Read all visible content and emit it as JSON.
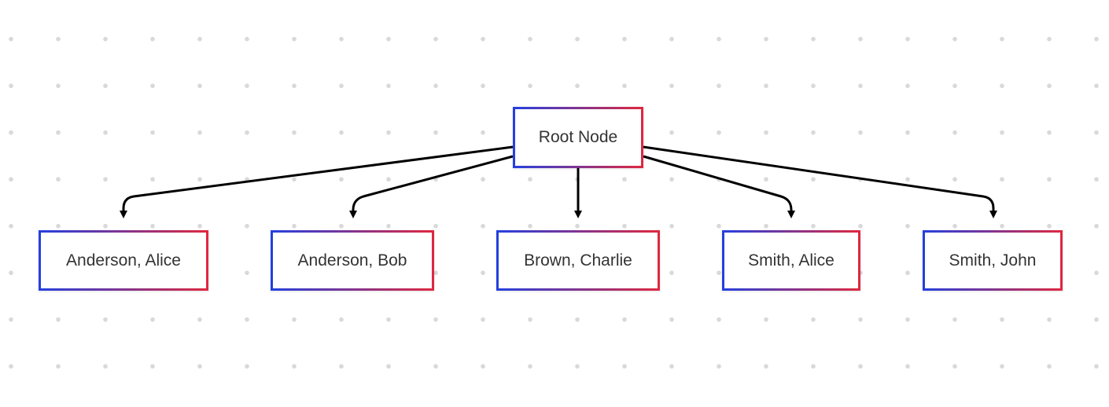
{
  "colors": {
    "border_start": "#2340e0",
    "border_end": "#e0283f",
    "edge": "#000000",
    "text": "#333333",
    "grid_dot": "#d9d9d9"
  },
  "root": {
    "label": "Root Node"
  },
  "children": [
    {
      "label": "Anderson, Alice"
    },
    {
      "label": "Anderson, Bob"
    },
    {
      "label": "Brown, Charlie"
    },
    {
      "label": "Smith, Alice"
    },
    {
      "label": "Smith, John"
    }
  ]
}
